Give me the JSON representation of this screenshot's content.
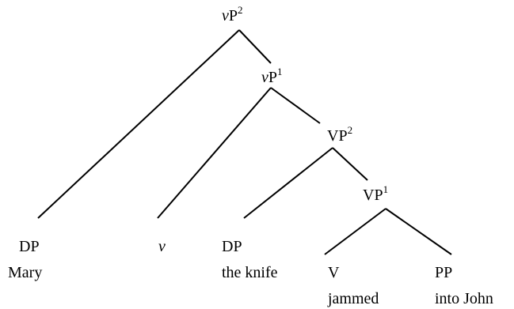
{
  "tree": {
    "nodes": {
      "vP2": {
        "italic_part": "v",
        "main": "P",
        "sup": "2"
      },
      "vP1": {
        "italic_part": "v",
        "main": "P",
        "sup": "1"
      },
      "VP2": {
        "main": "VP",
        "sup": "2"
      },
      "VP1": {
        "main": "VP",
        "sup": "1"
      },
      "DP_subject": {
        "category": "DP",
        "word": "Mary"
      },
      "v_head": {
        "category": "v"
      },
      "DP_object": {
        "category": "DP",
        "word": "the knife"
      },
      "V_head": {
        "category": "V",
        "word": "jammed"
      },
      "PP": {
        "category": "PP",
        "word": "into John"
      }
    }
  }
}
